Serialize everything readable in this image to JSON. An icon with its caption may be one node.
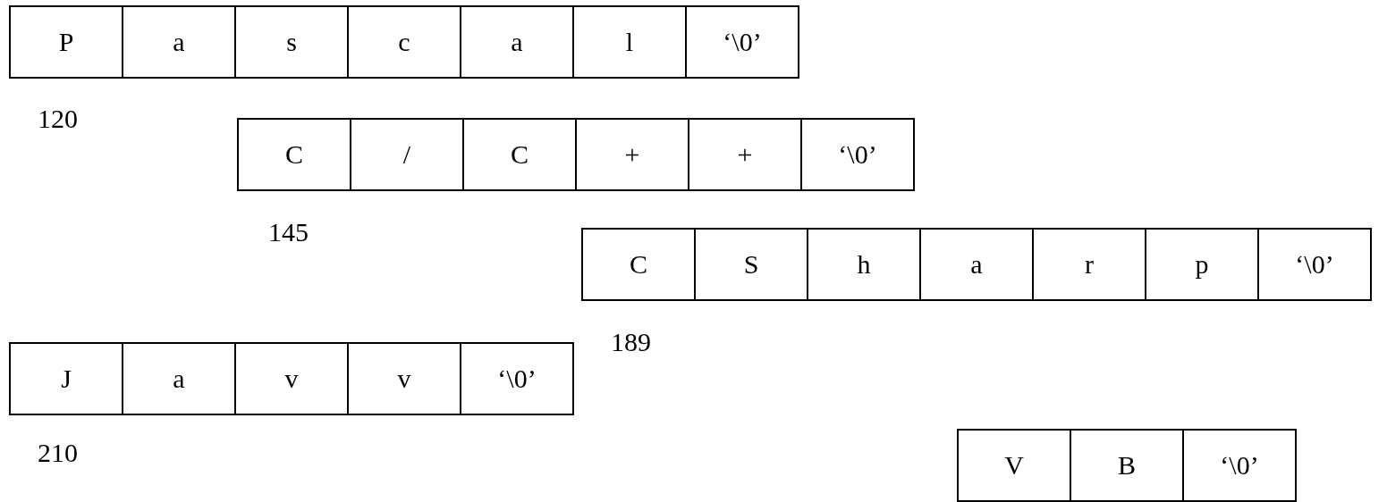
{
  "diagram": {
    "nodes": [
      {
        "text": [
          "P"
        ]
      },
      {
        "text": [
          "a"
        ]
      },
      {
        "text": [
          "s"
        ]
      },
      {
        "text": [
          "c"
        ]
      },
      {
        "text": [
          "a"
        ]
      },
      {
        "text": [
          "l"
        ]
      },
      {
        "text": [
          "‘\\0’"
        ]
      },
      {
        "text": [
          "C"
        ]
      },
      {
        "text": [
          "/"
        ]
      },
      {
        "text": [
          "C"
        ]
      },
      {
        "text": [
          "+"
        ]
      },
      {
        "text": [
          "+"
        ]
      },
      {
        "text": [
          "‘\\0’"
        ]
      },
      {
        "text": [
          "C"
        ]
      },
      {
        "text": [
          "S"
        ]
      },
      {
        "text": [
          "h"
        ]
      },
      {
        "text": [
          "a"
        ]
      },
      {
        "text": [
          "r"
        ]
      },
      {
        "text": [
          "p"
        ]
      },
      {
        "text": [
          "‘\\0’"
        ]
      },
      {
        "text": [
          "J"
        ]
      },
      {
        "text": [
          "a"
        ]
      },
      {
        "text": [
          "v"
        ]
      },
      {
        "text": [
          "v"
        ]
      },
      {
        "text": [
          "‘\\0’"
        ]
      },
      {
        "text": [
          "V"
        ]
      },
      {
        "text": [
          "B"
        ]
      },
      {
        "text": [
          "‘\\0’"
        ]
      }
    ],
    "edges": [],
    "labels": [
      "120",
      "145",
      "189",
      "210"
    ]
  }
}
